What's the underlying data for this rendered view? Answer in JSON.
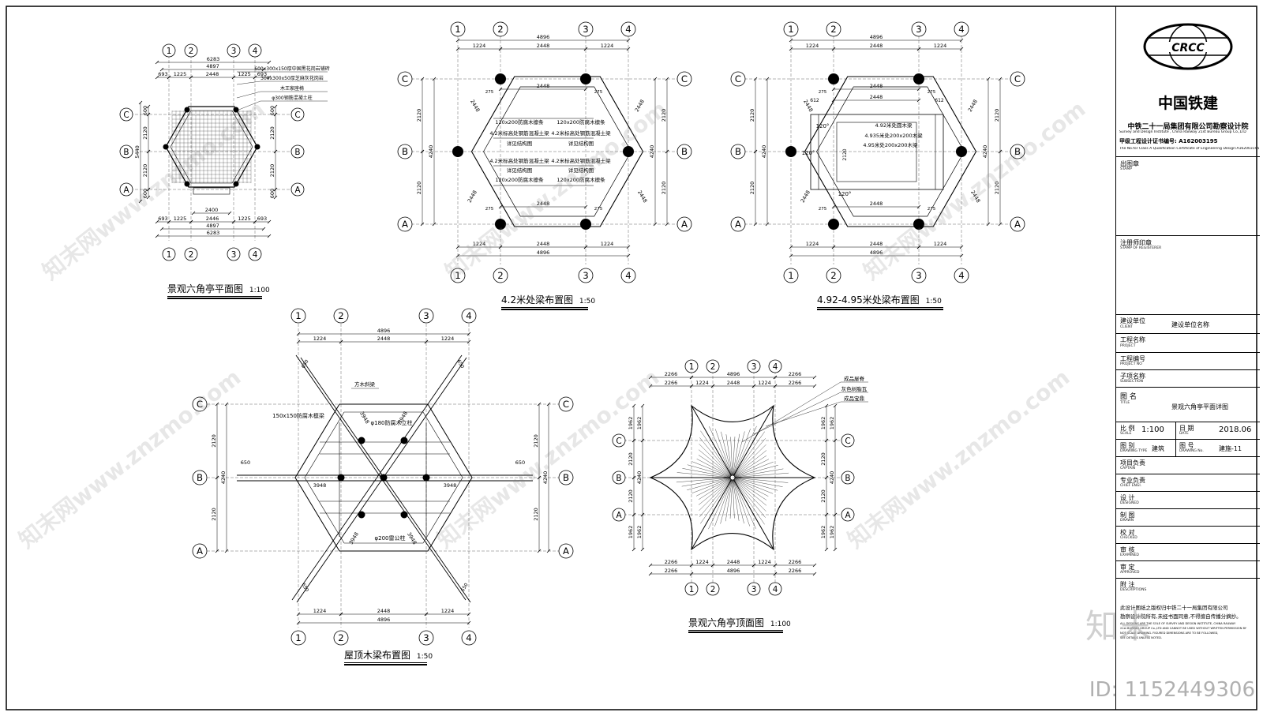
{
  "drawings": {
    "plan": {
      "title": "景观六角亭平面图",
      "scale": "1:100"
    },
    "beam42": {
      "title": "4.2米处梁布置图",
      "scale": "1:50"
    },
    "beam492": {
      "title": "4.92-4.95米处梁布置图",
      "scale": "1:50"
    },
    "roofbeam": {
      "title": "屋顶木梁布置图",
      "scale": "1:50"
    },
    "roofplan": {
      "title": "景观六角亭顶面图",
      "scale": "1:100"
    }
  },
  "grid": {
    "n1": "1",
    "n2": "2",
    "n3": "3",
    "n4": "4",
    "a": "A",
    "b": "B",
    "c": "C"
  },
  "dims": {
    "d4896": "4896",
    "d1224": "1224",
    "d2448": "2448",
    "d6283": "6283",
    "d4897": "4897",
    "d693": "693",
    "d1225": "1225",
    "d2120": "2120",
    "d5440": "5440",
    "d4240": "4240",
    "d600": "600",
    "d2400": "2400",
    "d2446": "2446",
    "d275": "275",
    "d612": "612",
    "d650": "650",
    "d3948": "3948",
    "d2266": "2266",
    "d1962": "1962",
    "d480": "480"
  },
  "notes": {
    "plan1": "600x300x150厚中国黑花岗岩铺砖",
    "plan2": "300x300x50厚芝麻灰花岗岩",
    "plan3": "木王家座椅",
    "plan4": "φ300钢筋混凝土柱",
    "b1": "120x200防腐木檩条",
    "b2": "4.2米标高处钢筋混凝土梁",
    "b3": "详见结构图",
    "b4": "4.2米标高处钢筋混凝土梁",
    "b5": "详见结构图",
    "b6": "120x200防腐木檩条",
    "c1": "4.92米处圆木梁",
    "c2": "4.935米处200x200木梁",
    "c3": "4.95米处200x200木梁",
    "ang": "120°",
    "r1": "方木斜梁",
    "r2": "150x150防腐木檩梁",
    "r3": "φ180防腐木立柱",
    "r4": "φ200雷公柱",
    "t1": "成品屋脊",
    "t2": "灰色树脂瓦",
    "t3": "成品宝鼎"
  },
  "titleblock": {
    "logo": "CRCC",
    "company_cn": "中国铁建",
    "institute": "中铁二十一局集团有限公司勘察设计院",
    "institute_en": "Survey and Design Institute , China Railway 21st Bureau Group Co.,LTD",
    "cert": "甲级工程设计证书编号: A162003195",
    "cert_en": "The No.for Class A Qualification Certificate of Engineering Design:A162003195",
    "stamp": "出图章",
    "stamp_en": "STAMP",
    "reg": "注册师印章",
    "reg_en": "STAMP OF REGISTERER",
    "client": "建设单位",
    "client_en": "CLIENT",
    "client_val": "建设单位名称",
    "project": "工程名称",
    "project_en": "PROJECT",
    "projno": "工程编号",
    "projno_en": "PROJECT NO",
    "sub": "子项名称",
    "sub_en": "SUBSECTION",
    "title": "图  名",
    "title_en": "TITLE",
    "title_val": "景观六角亭平面详图",
    "scale": "比  例",
    "scale_en": "SCALE",
    "scale_val": "1:100",
    "date": "日  期",
    "date_en": "DATE",
    "date_val": "2018.06",
    "type": "图  别",
    "type_en": "DRAWING TYPE",
    "type_val": "建筑",
    "dno": "图  号",
    "dno_en": "DRAWING No.",
    "dno_val": "建施-11",
    "captain": "项目负责",
    "captain_en": "CAPTAIN",
    "chief": "专业负责",
    "chief_en": "CHIEF ENGI.",
    "design": "设  计",
    "design_en": "DESIGNED",
    "drawn": "制  图",
    "drawn_en": "DRAWN",
    "check": "校  对",
    "check_en": "CHECKED",
    "exam": "审  核",
    "exam_en": "EXAMINED",
    "appr": "审  定",
    "appr_en": "APPROVED",
    "desc": "附  注",
    "desc_en": "DESCRIPTIONS",
    "desc1": "此设计图纸之版权归中铁二十一局集团有限公司",
    "desc2": "勘察设计院所有,未经书面同意,不得擅自传播分摘抄。",
    "desc3": "ALL DESIGNS ARE THE SOLE OF SURVEY AND DESIGN INSTITUTE, CHINA RAILWAY",
    "desc4": "21st BUREAU GROUP Co.,LTD AND CANNOT BE USED WITHOUT WRITTEN PERMISSION BY",
    "desc5": "NOT SCALE DRAWING. FIGURED DIMENSIONS ARE TO BE FOLLOWED,",
    "desc6": "SEE DETAILS UNLESS NOTED."
  },
  "watermark": {
    "text": "知末网www.znzmo.com",
    "id": "ID: 1152449306",
    "logo": "知末"
  }
}
